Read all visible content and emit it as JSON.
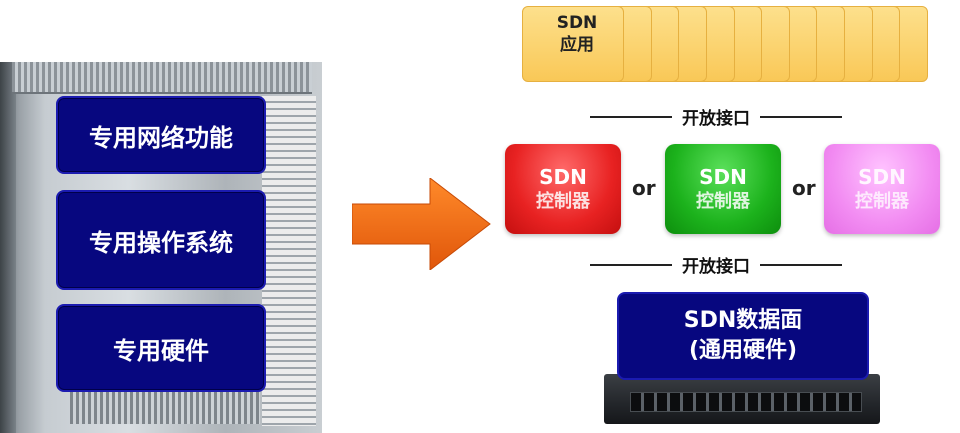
{
  "left_stack": {
    "blocks": [
      "专用网络功能",
      "专用操作系统",
      "专用硬件"
    ]
  },
  "apps": {
    "label_line1": "SDN",
    "label_line2": "应用",
    "card_count": 12
  },
  "interfaces": {
    "top_label": "开放接口",
    "bottom_label": "开放接口"
  },
  "controllers": [
    {
      "line1": "SDN",
      "line2": "控制器",
      "color": "#e82222"
    },
    {
      "line1": "SDN",
      "line2": "控制器",
      "color": "#1cb21c"
    },
    {
      "line1": "SDN",
      "line2": "控制器",
      "color": "#f28cf2"
    }
  ],
  "separators": {
    "or1": "or",
    "or2": "or"
  },
  "data_plane": {
    "line1": "SDN数据面",
    "line2": "(通用硬件)"
  },
  "colors": {
    "block_blue": "#07077f",
    "arrow_orange": "#f26a0f",
    "app_yellow": "#f9c857"
  }
}
